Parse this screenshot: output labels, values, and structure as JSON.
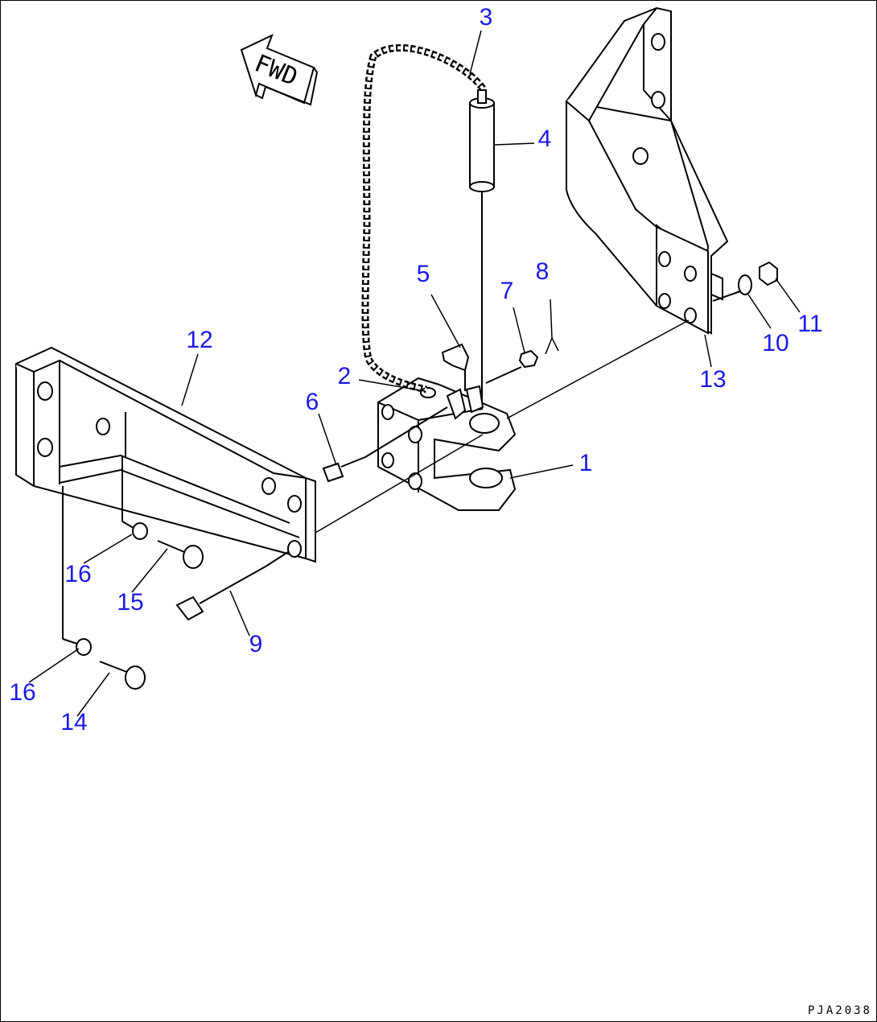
{
  "fwd_label": "FWD",
  "drawing_code": "PJA2038",
  "callouts": [
    {
      "id": "1",
      "label": "1"
    },
    {
      "id": "2",
      "label": "2"
    },
    {
      "id": "3",
      "label": "3"
    },
    {
      "id": "4",
      "label": "4"
    },
    {
      "id": "5",
      "label": "5"
    },
    {
      "id": "6",
      "label": "6"
    },
    {
      "id": "7",
      "label": "7"
    },
    {
      "id": "8",
      "label": "8"
    },
    {
      "id": "9",
      "label": "9"
    },
    {
      "id": "10",
      "label": "10"
    },
    {
      "id": "11",
      "label": "11"
    },
    {
      "id": "12",
      "label": "12"
    },
    {
      "id": "13",
      "label": "13"
    },
    {
      "id": "14",
      "label": "14"
    },
    {
      "id": "15",
      "label": "15"
    },
    {
      "id": "16a",
      "label": "16"
    },
    {
      "id": "16b",
      "label": "16"
    }
  ],
  "colors": {
    "callout": "#1a1ae6",
    "line": "#000000",
    "background": "#ffffff"
  }
}
